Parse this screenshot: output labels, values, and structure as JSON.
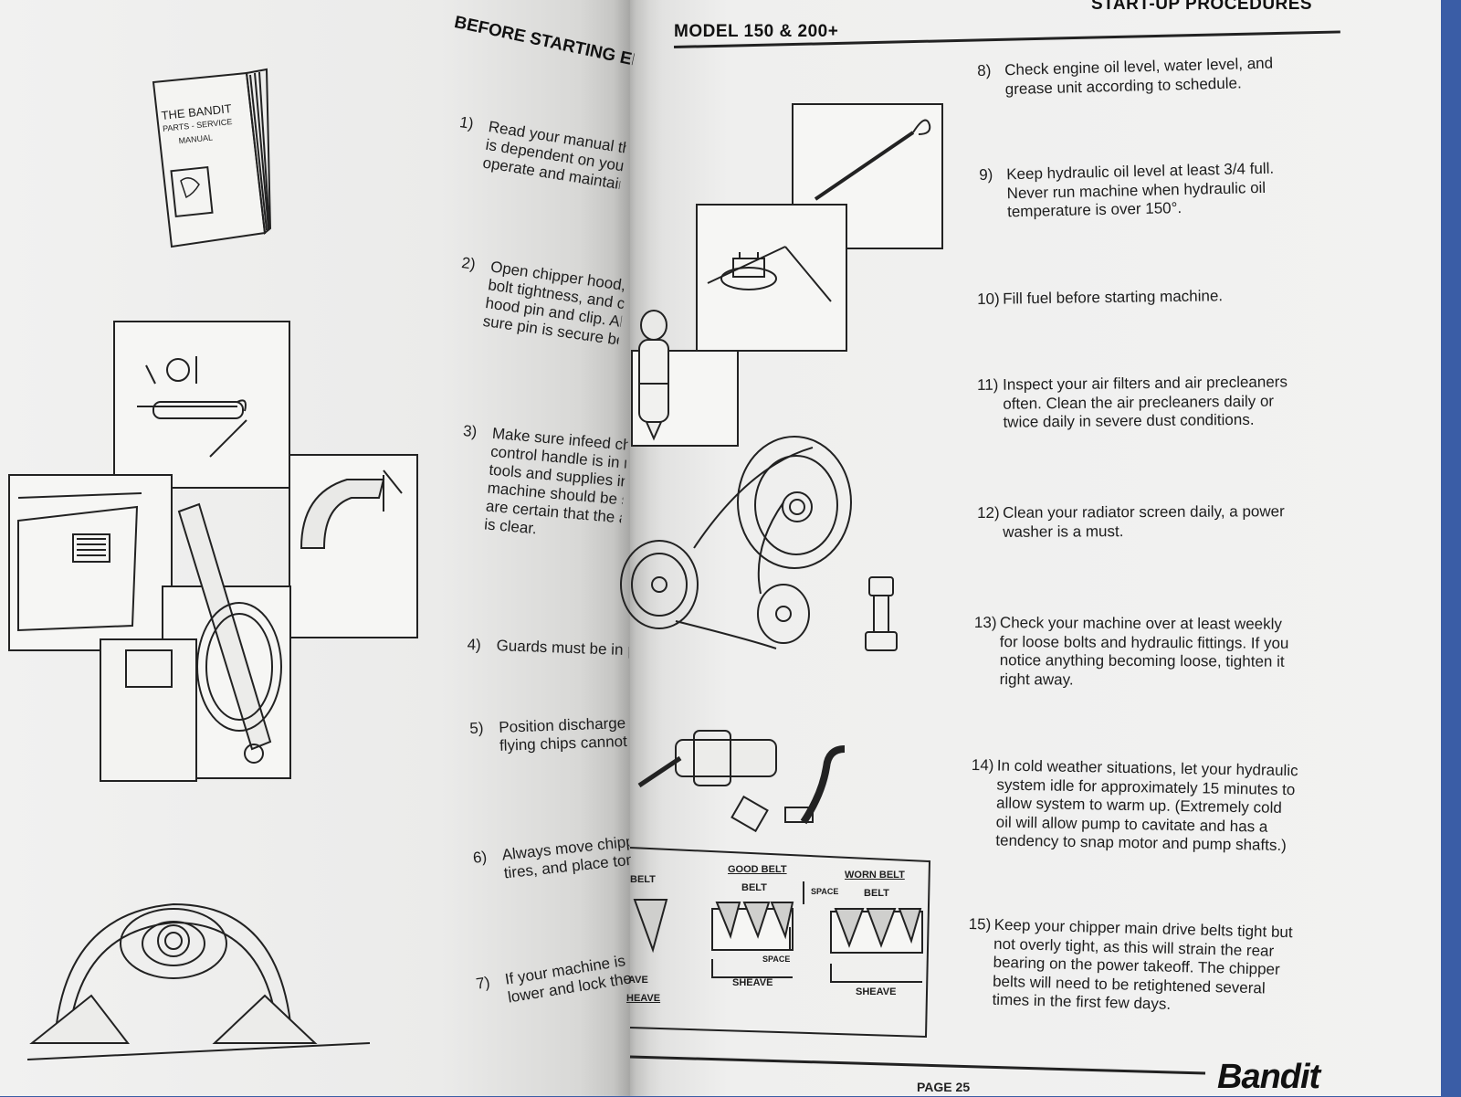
{
  "left_page": {
    "heading": "BEFORE STARTING EN",
    "manual_cover_lines": [
      "THE BANDIT",
      "PARTS - SERVICE",
      "MANUAL"
    ],
    "items": [
      {
        "num": "1)",
        "lines": [
          "Read your manual thoro",
          "is dependent on your kno",
          "operate and maintain the"
        ]
      },
      {
        "num": "2)",
        "lines": [
          "Open chipper hood, visu",
          "bolt tightness, and close h",
          "hood pin and clip. Always",
          "sure pin is secure before"
        ]
      },
      {
        "num": "3)",
        "lines": [
          "Make sure infeed chute",
          "control handle is in neutr",
          "tools and supplies in a to",
          "machine should be starte",
          "are certain that the area",
          "is clear."
        ]
      },
      {
        "num": "4)",
        "lines": [
          "Guards must be in place"
        ]
      },
      {
        "num": "5)",
        "lines": [
          "Position discharge pipe s",
          "flying chips cannot hurt"
        ]
      },
      {
        "num": "6)",
        "lines": [
          "Always move chipper to",
          "tires, and place tongue"
        ]
      },
      {
        "num": "7)",
        "lines": [
          "If your machine is equip",
          "lower and lock them in"
        ]
      }
    ]
  },
  "right_page": {
    "header_model": "MODEL 150 & 200+",
    "header_section": "START-UP PROCEDURES",
    "items": [
      {
        "num": "8)",
        "lines": [
          "Check engine oil level, water level, and",
          "grease unit according to schedule."
        ]
      },
      {
        "num": "9)",
        "lines": [
          "Keep hydraulic oil level at least 3/4 full.",
          "Never run machine when hydraulic oil",
          "temperature is over 150°."
        ]
      },
      {
        "num": "10)",
        "lines": [
          "Fill fuel before starting machine."
        ]
      },
      {
        "num": "11)",
        "lines": [
          "Inspect your air filters and air precleaners",
          "often. Clean the air precleaners daily or",
          "twice daily in severe dust conditions."
        ]
      },
      {
        "num": "12)",
        "lines": [
          "Clean your radiator screen daily, a power",
          "washer is a must."
        ]
      },
      {
        "num": "13)",
        "lines": [
          "Check your machine over at least weekly",
          "for loose bolts and hydraulic fittings. If you",
          "notice anything becoming loose, tighten it",
          "right away."
        ]
      },
      {
        "num": "14)",
        "lines": [
          "In cold weather situations, let your hydraulic",
          "system idle for approximately 15 minutes to",
          "allow system to warm up. (Extremely cold",
          "oil will allow pump to cavitate and has a",
          "tendency to snap motor and pump shafts.)"
        ]
      },
      {
        "num": "15)",
        "lines": [
          "Keep your chipper main drive belts tight but",
          "not overly tight, as this will strain the rear",
          "bearing on the power takeoff. The chipper",
          "belts will need to be retightened several",
          "times in the first few days."
        ]
      }
    ],
    "belt_diagram": {
      "partial_labels": [
        "BELT",
        "AVE",
        "HEAVE"
      ],
      "good_title": "GOOD BELT",
      "good_belt": "BELT",
      "space_top": "SPACE",
      "space_bottom": "SPACE",
      "good_sheave": "SHEAVE",
      "worn_title": "WORN BELT",
      "worn_belt": "BELT",
      "worn_sheave": "SHEAVE"
    },
    "page_number": "PAGE 25",
    "brand": "Bandit"
  }
}
